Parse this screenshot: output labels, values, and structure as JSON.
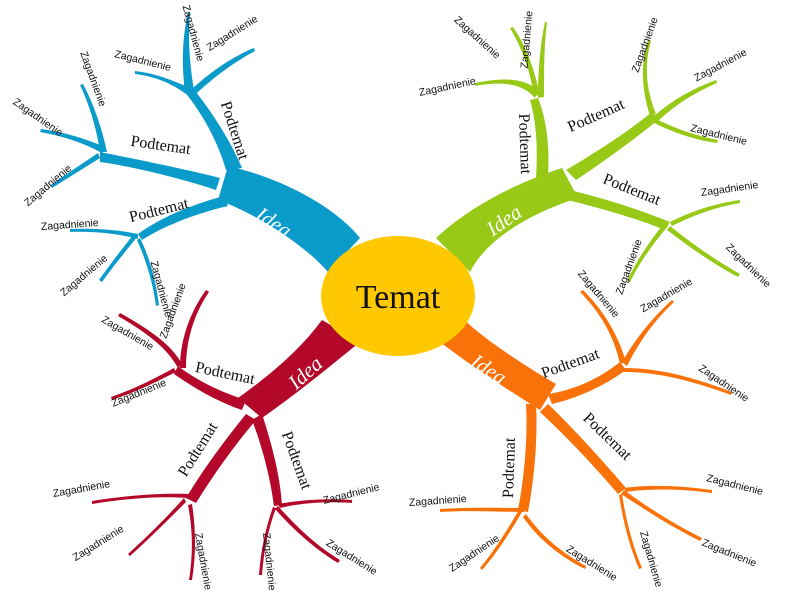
{
  "center": {
    "label": "Temat",
    "color": "#FFC800"
  },
  "idea_label": "Idea",
  "topic_label": "Podtemat",
  "subtopic_label": "Zagadnienie",
  "branches": [
    {
      "name": "top-left",
      "color": "#0B9BCB"
    },
    {
      "name": "top-right",
      "color": "#97C916"
    },
    {
      "name": "bottom-left",
      "color": "#B3082A"
    },
    {
      "name": "bottom-right",
      "color": "#F97209"
    }
  ]
}
